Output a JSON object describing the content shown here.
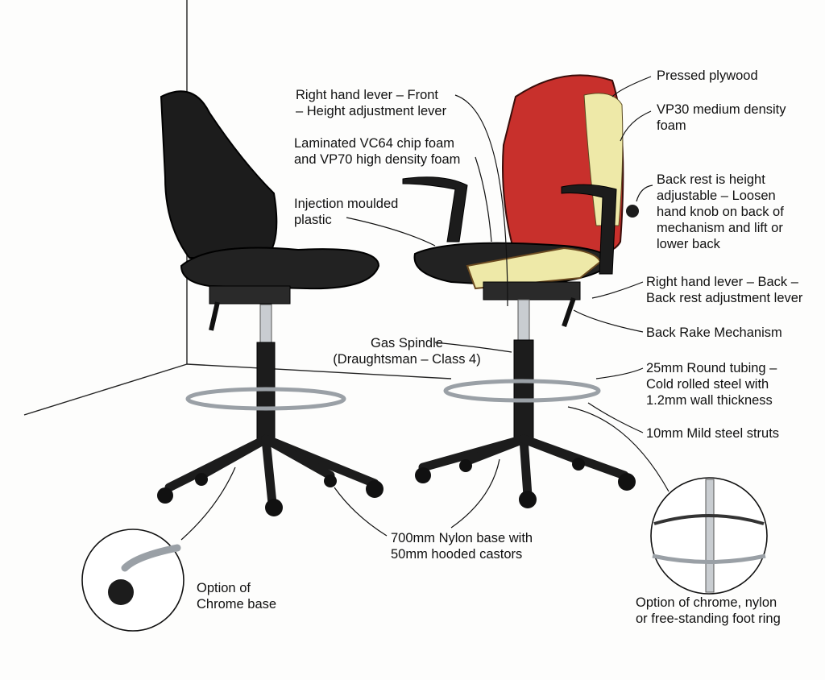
{
  "labels": {
    "front_lever": [
      "Right hand lever – Front",
      "– Height adjustment lever"
    ],
    "foam": [
      "Laminated VC64 chip foam",
      "and VP70 high density foam"
    ],
    "plastic": [
      "Injection moulded",
      "plastic"
    ],
    "plywood": [
      "Pressed plywood"
    ],
    "vp30": [
      "VP30 medium density",
      "foam"
    ],
    "backrest": [
      "Back rest is height",
      "adjustable – Loosen",
      "hand knob on back of",
      "mechanism and lift or",
      "lower back"
    ],
    "back_lever": [
      "Right hand lever – Back –",
      "Back rest adjustment lever"
    ],
    "rake": [
      "Back Rake Mechanism"
    ],
    "spindle": [
      "Gas Spindle",
      "(Draughtsman – Class 4)"
    ],
    "tubing": [
      "25mm Round tubing –",
      "Cold rolled steel with",
      "1.2mm wall thickness"
    ],
    "struts": [
      "10mm Mild steel struts"
    ],
    "base": [
      "700mm Nylon base with",
      "50mm hooded castors"
    ],
    "chrome_base": [
      "Option of",
      "Chrome base"
    ],
    "foot_ring": [
      "Option of chrome, nylon",
      "or free-standing foot ring"
    ]
  },
  "colors": {
    "upholstery_black": "#1c1c1c",
    "upholstery_red": "#c8302c",
    "foam_yellow": "#eee9a8",
    "chrome": "#c9cdd1"
  }
}
